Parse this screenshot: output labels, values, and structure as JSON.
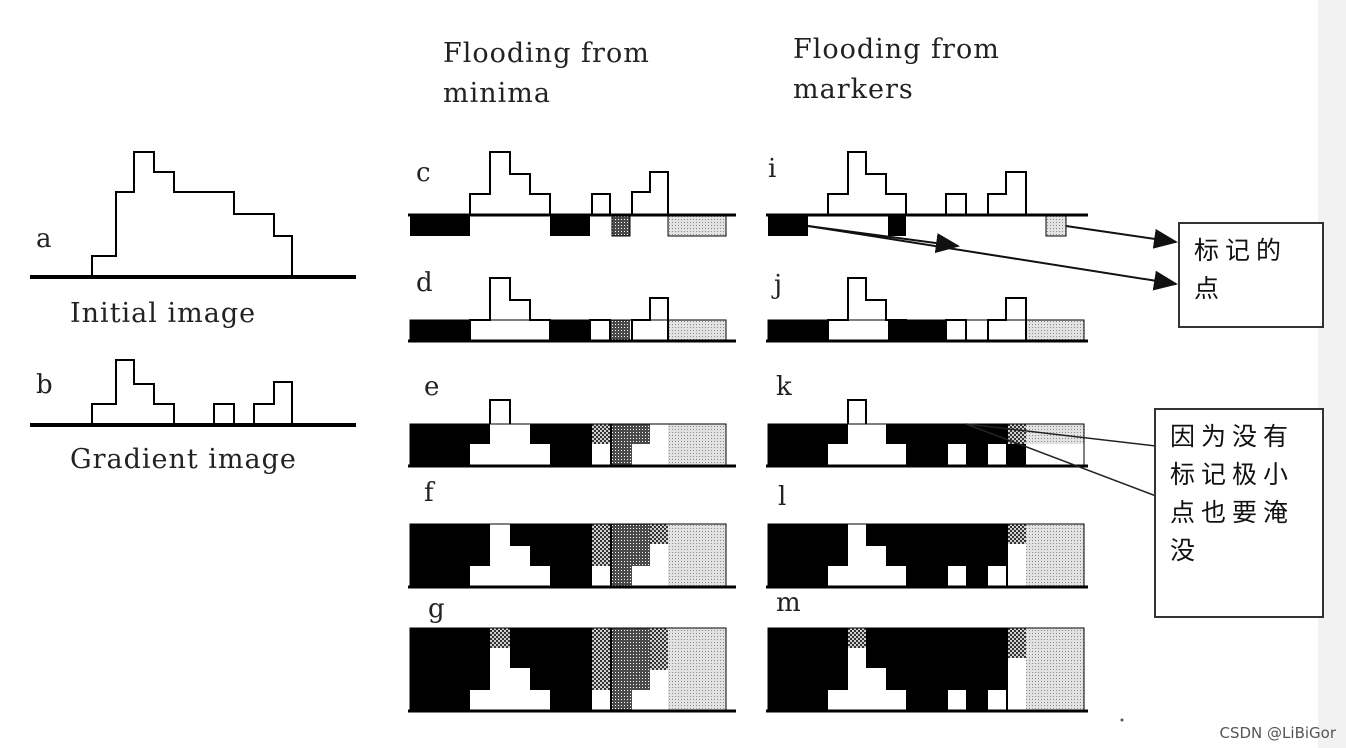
{
  "headers": {
    "minima": "Flooding from minima",
    "markers": "Flooding from markers"
  },
  "captions": {
    "initial": "Initial image",
    "gradient": "Gradient image"
  },
  "labels": {
    "a": "a",
    "b": "b",
    "c": "c",
    "d": "d",
    "e": "e",
    "f": "f",
    "g": "g",
    "i": "i",
    "j": "j",
    "k": "k",
    "l": "l",
    "m": "m"
  },
  "annotations": {
    "marked_points": "标记的点",
    "unmarked_note": "因为没有标记极小点也要淹没"
  },
  "watermark": "CSDN @LiBiGor",
  "colors": {
    "ink": "#000000",
    "dark_gray": "#6b6b6b",
    "light_gray": "#d8d8d8",
    "dot_fill": "#9a9a9a"
  }
}
